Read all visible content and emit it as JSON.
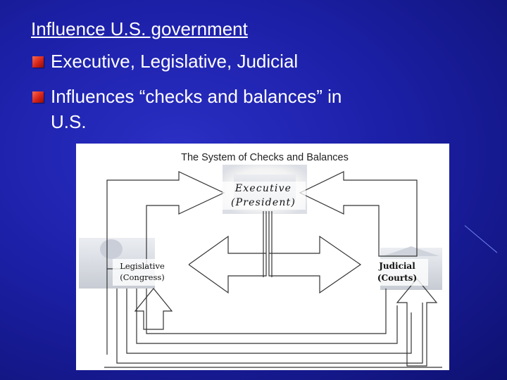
{
  "slide": {
    "title": "Influence U.S. government",
    "bullets": [
      {
        "line1": "Executive, Legislative, Judicial",
        "line2": ""
      },
      {
        "line1": "Influences “checks and balances” in",
        "line2": "U.S."
      }
    ]
  },
  "diagram": {
    "heading": "The System of Checks and Balances",
    "executive": {
      "line1": "Executive",
      "line2": "(President)"
    },
    "legislative": {
      "line1": "Legislative",
      "line2": "(Congress)"
    },
    "judicial": {
      "line1": "Judicial",
      "line2": "(Courts)"
    }
  }
}
